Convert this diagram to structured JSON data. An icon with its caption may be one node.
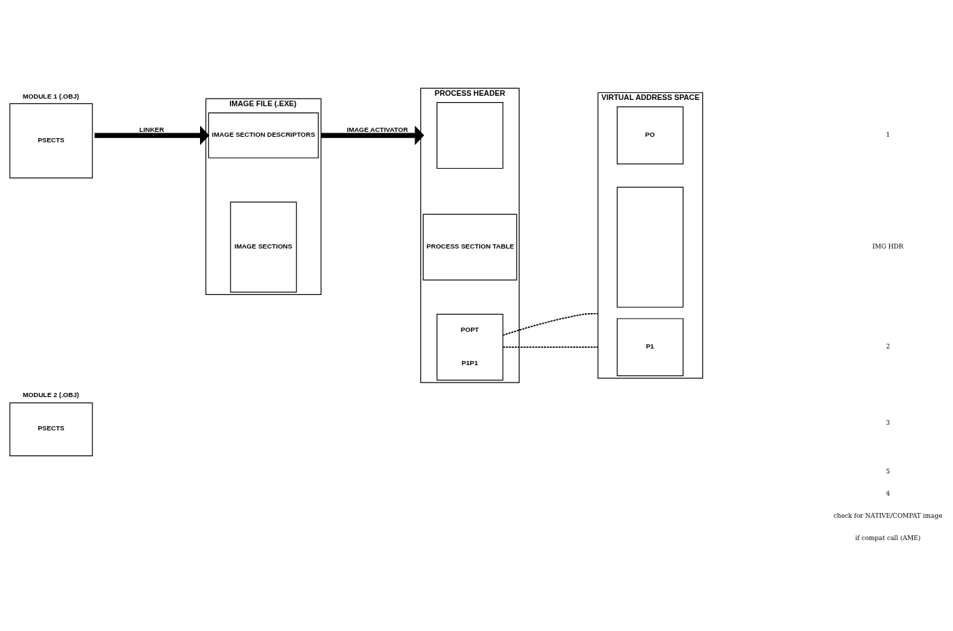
{
  "diagram": {
    "nodes": [
      {
        "text": [
          "MODULE 1 (.OBJ)",
          "PSECTS"
        ]
      },
      {
        "text": [
          "MODULE 2 (.OBJ)",
          "PSECTS"
        ]
      },
      {
        "text": [
          "IMAGE FILE (.EXE)"
        ]
      },
      {
        "text": [
          "IMAGE SECTION DESCRIPTORS"
        ],
        "in": 2
      },
      {
        "text": [
          "IMAGE SECTIONS"
        ],
        "in": 2
      },
      {
        "text": [
          "PROCESS HEADER"
        ]
      },
      {
        "text": [],
        "shape": "box",
        "in": 5
      },
      {
        "text": [
          "PROCESS SECTION TABLE"
        ],
        "in": 5
      },
      {
        "text": [
          "POPT",
          "P1P1"
        ],
        "in": 5
      },
      {
        "text": [
          "VIRTUAL ADDRESS SPACE"
        ]
      },
      {
        "text": [
          "PO"
        ],
        "in": 9
      },
      {
        "text": [],
        "shape": "box",
        "in": 9
      },
      {
        "text": [
          "P1"
        ],
        "in": 9
      }
    ],
    "edges": [
      {
        "from": 0,
        "to": 2,
        "arrow": "to",
        "label": "LINKER",
        "style": "thick"
      },
      {
        "from": 2,
        "to": 5,
        "arrow": "to",
        "label": "IMAGE ACTIVATOR",
        "style": "thick"
      },
      {
        "from": 8,
        "to": 9,
        "arrow": "none",
        "style": "dashed"
      },
      {
        "from": 8,
        "to": 9,
        "arrow": "none",
        "style": "dashed"
      }
    ],
    "labels": [
      "1",
      "IMG HDR",
      "2",
      "3",
      "5",
      "4",
      "check for NATIVE/COMPAT image",
      "if compat call (AME)"
    ]
  }
}
